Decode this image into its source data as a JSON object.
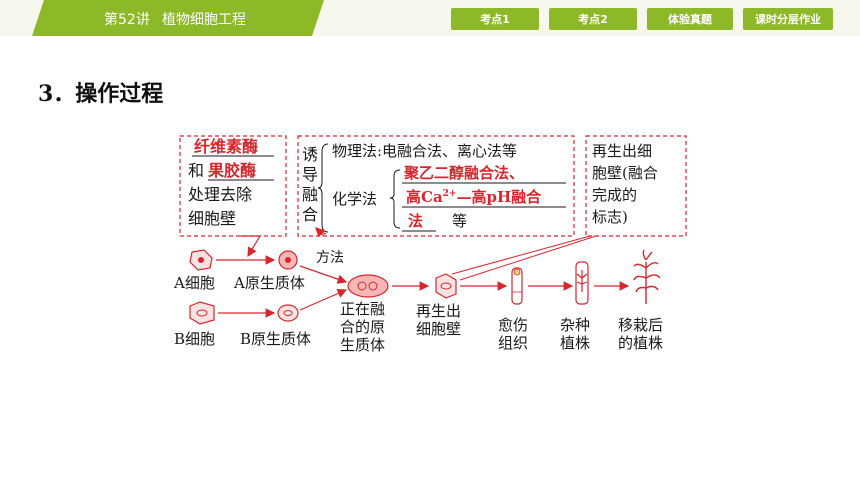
{
  "header": {
    "lesson_number": "第52讲",
    "lesson_title": "植物细胞工程",
    "tabs": [
      "考点1",
      "考点2",
      "体验真题",
      "课时分层作业"
    ]
  },
  "section": {
    "heading": "3．操作过程"
  },
  "diagram": {
    "box_enzyme": {
      "line1_red": "纤维素酶",
      "line2_prefix": "和",
      "line2_red": "果胶酶",
      "line3": "处理去除",
      "line4": "细胞壁"
    },
    "box_induce": {
      "vertical_label": [
        "诱",
        "导",
        "融",
        "合"
      ],
      "physical": "物理法:电融合法、离心法等",
      "chemical_label": "化学法",
      "chem_red1": "聚乙二醇融合法、",
      "chem_red2a": "高Ca",
      "chem_red2_sup": "2+",
      "chem_red2b": "—高pH融合",
      "chem_red3": "法",
      "chem_suffix": "等",
      "method_label": "方法"
    },
    "box_regen": {
      "lines": [
        "再生出细",
        "胞壁(融合",
        "完成的",
        "标志)"
      ]
    },
    "labels": {
      "a_cell": "A细胞",
      "a_protoplast": "A原生质体",
      "b_cell": "B细胞",
      "b_protoplast": "B原生质体",
      "fusing": [
        "正在融",
        "合的原",
        "生质体"
      ],
      "regen_wall": [
        "再生出",
        "细胞壁"
      ],
      "callus": [
        "愈伤",
        "组织"
      ],
      "hybrid": [
        "杂种",
        "植株"
      ],
      "transplant": [
        "移栽后",
        "的植株"
      ]
    },
    "colors": {
      "red": "#d7262d",
      "green_bar": "#8db828",
      "text": "#1a1a1a"
    }
  }
}
